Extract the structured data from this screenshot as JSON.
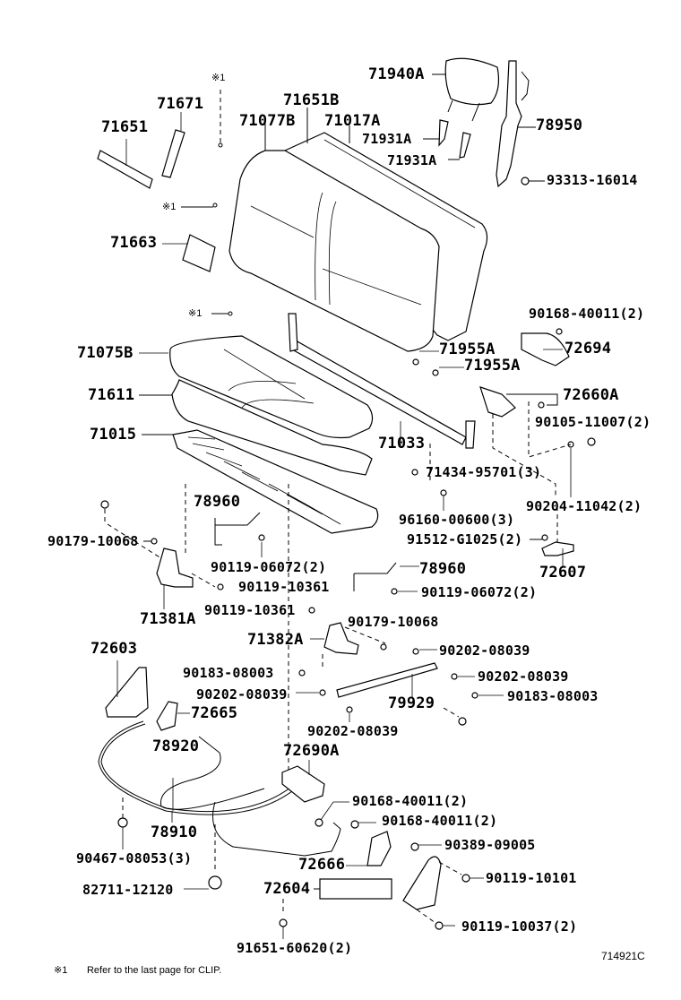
{
  "diagram": {
    "title": "Rear Seat Assembly Parts Diagram",
    "figure_code": "714921C",
    "footnote_marker": "※1",
    "footnote_text": "Refer to the last page for CLIP.",
    "clip_markers": [
      "※1",
      "※1",
      "※1"
    ],
    "labels": {
      "p71940A": "71940A",
      "p71651B": "71651B",
      "p71671": "71671",
      "p71077B": "71077B",
      "p71017A": "71017A",
      "p71931A_1": "71931A",
      "p71931A_2": "71931A",
      "p78950": "78950",
      "p71651": "71651",
      "p93313": "93313-16014",
      "p71663": "71663",
      "p90168a": "90168-40011(2)",
      "p71955A_1": "71955A",
      "p71955A_2": "71955A",
      "p72694": "72694",
      "p71075B": "71075B",
      "p71611": "71611",
      "p72660A": "72660A",
      "p71015": "71015",
      "p71033": "71033",
      "p90105": "90105-11007(2)",
      "p71434": "71434-95701(3)",
      "p90204": "90204-11042(2)",
      "p78960a": "78960",
      "p96160": "96160-00600(3)",
      "p90179a": "90179-10068",
      "p91512": "91512-G1025(2)",
      "p90119_06072a": "90119-06072(2)",
      "p72607": "72607",
      "p90119_10361a": "90119-10361",
      "p78960b": "78960",
      "p90119_06072b": "90119-06072(2)",
      "p71381A": "71381A",
      "p90119_10361b": "90119-10361",
      "p90179b": "90179-10068",
      "p72603": "72603",
      "p71382A": "71382A",
      "p90202a": "90202-08039",
      "p90183a": "90183-08003",
      "p90202b": "90202-08039",
      "p90202c": "90202-08039",
      "p90183b": "90183-08003",
      "p72665": "72665",
      "p79929": "79929",
      "p90202d": "90202-08039",
      "p78920": "78920",
      "p72690A": "72690A",
      "p90168b": "90168-40011(2)",
      "p78910": "78910",
      "p90168c": "90168-40011(2)",
      "p90467": "90467-08053(3)",
      "p90389": "90389-09005",
      "p72666": "72666",
      "p82711": "82711-12120",
      "p72604": "72604",
      "p90119_10101": "90119-10101",
      "p90119_10037": "90119-10037(2)",
      "p91651": "91651-60620(2)"
    }
  }
}
